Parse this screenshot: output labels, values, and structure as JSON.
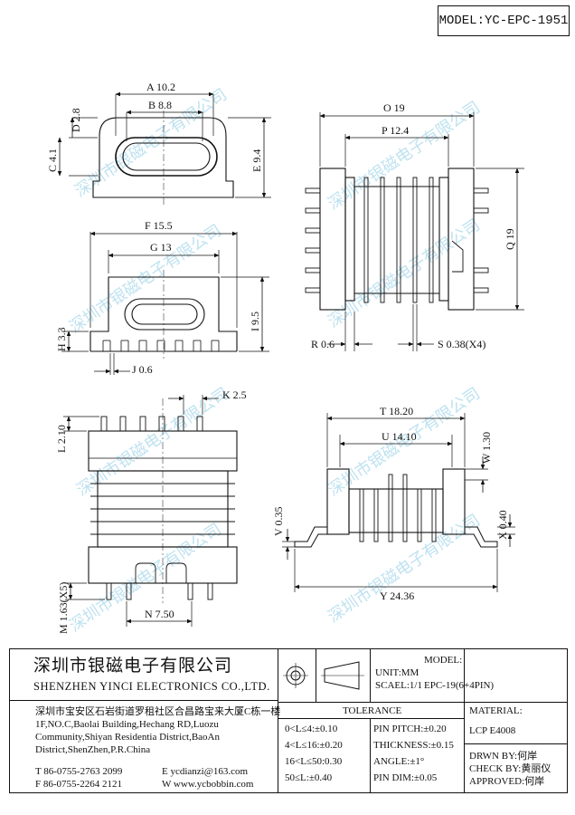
{
  "model_label": "MODEL:YC-EPC-1951",
  "dimensions": {
    "A": "A 10.2",
    "B": "B 8.8",
    "C": "C 4.1",
    "D": "D 2.8",
    "E": "E 9.4",
    "F": "F 15.5",
    "G": "G 13",
    "H": "H 3.3",
    "I": "I 9.5",
    "J": "J 0.6",
    "K": "K 2.5",
    "L": "L 2.10",
    "M": "M 1.63(X5)",
    "N": "N 7.50",
    "O": "O 19",
    "P": "P 12.4",
    "Q": "Q 19",
    "R": "R 0.6",
    "S": "S 0.38(X4)",
    "T": "T 18.20",
    "U": "U 14.10",
    "V": "V 0.35",
    "W": "W 1.30",
    "X": "X 0.40",
    "Y": "Y 24.36"
  },
  "watermark": "深圳市银磁电子有限公司",
  "company": {
    "name_cn": "深圳市银磁电子有限公司",
    "name_en": "SHENZHEN YINCI ELECTRONICS CO.,LTD.",
    "address": [
      "深圳市宝安区石岩街道罗租社区合昌路宝来大厦C栋一楼",
      "1F,NO.C,Baolai Building,Hechang RD,Luozu",
      "Community,Shiyan Residentia District,BaoAn",
      "District,ShenZhen,P.R.China"
    ],
    "tel": "T 86-0755-2763 2099",
    "fax": "F 86-0755-2264 2121",
    "email": "E ycdianzi@163.com",
    "web": "W www.ycbobbin.com"
  },
  "unit": "UNIT:MM",
  "scale": "SCAEL:1/1",
  "model_heading": "MODEL:",
  "model_value": "EPC-19(6+4PIN)",
  "tolerance": {
    "heading": "TOLERANCE",
    "rows": [
      "0<L≤4:±0.10",
      "4<L≤16:±0.20",
      "16<L≤50:0.30",
      "50≤L:±0.40"
    ],
    "pins": [
      "PIN PITCH:±0.20",
      "THICKNESS:±0.15",
      "ANGLE:±1°",
      "PIN DIM:±0.05"
    ]
  },
  "material_heading": "MATERIAL:",
  "material_value": "LCP E4008",
  "drawn_by": "DRWN BY:何岸",
  "check_by": "CHECK BY:黄丽仪",
  "approved_by": "APPROVED:何岸"
}
